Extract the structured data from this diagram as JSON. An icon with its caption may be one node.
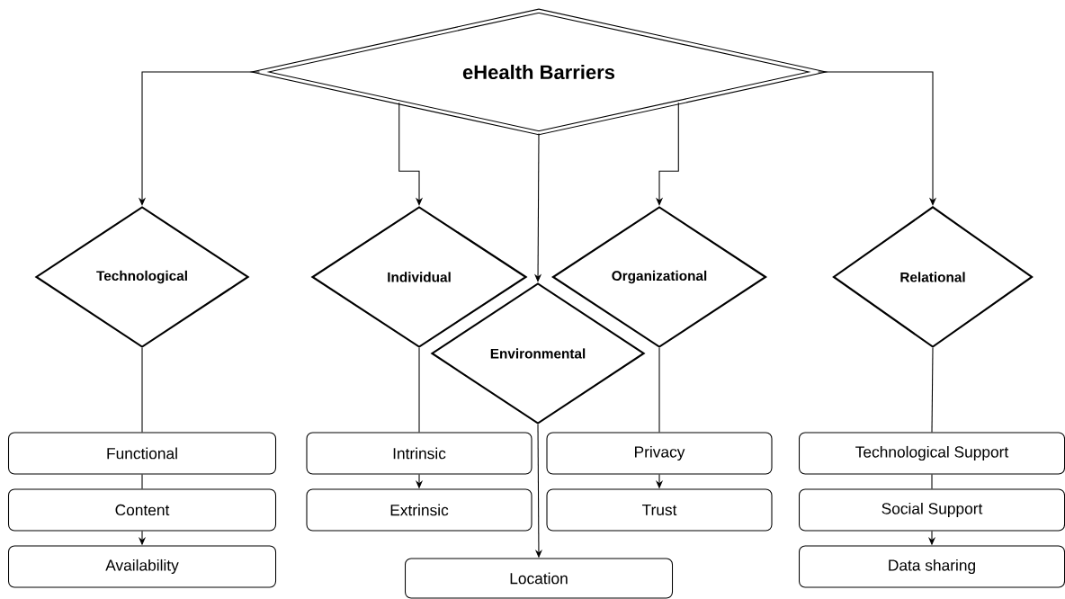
{
  "diagram": {
    "nodes": [
      {
        "text": [
          "eHealth Barriers"
        ]
      },
      {
        "text": [
          "Technological"
        ]
      },
      {
        "text": [
          "Individual"
        ]
      },
      {
        "text": [
          "Environmental"
        ]
      },
      {
        "text": [
          "Organizational"
        ]
      },
      {
        "text": [
          "Relational"
        ]
      },
      {
        "text": [
          "Functional"
        ]
      },
      {
        "text": [
          "Content"
        ]
      },
      {
        "text": [
          "Availability"
        ]
      },
      {
        "text": [
          "Intrinsic"
        ]
      },
      {
        "text": [
          "Extrinsic"
        ]
      },
      {
        "text": [
          "Privacy"
        ]
      },
      {
        "text": [
          "Trust"
        ]
      },
      {
        "text": [
          "Technological Support"
        ]
      },
      {
        "text": [
          "Social Support"
        ]
      },
      {
        "text": [
          "Data sharing"
        ]
      },
      {
        "text": [
          "Location"
        ]
      }
    ],
    "edges": [
      {
        "from": 0,
        "to": 1,
        "arrow": "to"
      },
      {
        "from": 0,
        "to": 2,
        "arrow": "to"
      },
      {
        "from": 0,
        "to": 3,
        "arrow": "to"
      },
      {
        "from": 0,
        "to": 4,
        "arrow": "to"
      },
      {
        "from": 0,
        "to": 5,
        "arrow": "to"
      },
      {
        "from": 1,
        "to": 6,
        "arrow": "none"
      },
      {
        "from": 6,
        "to": 7,
        "arrow": "none"
      },
      {
        "from": 7,
        "to": 8,
        "arrow": "to"
      },
      {
        "from": 2,
        "to": 9,
        "arrow": "none"
      },
      {
        "from": 9,
        "to": 10,
        "arrow": "to"
      },
      {
        "from": 4,
        "to": 11,
        "arrow": "none"
      },
      {
        "from": 11,
        "to": 12,
        "arrow": "to"
      },
      {
        "from": 5,
        "to": 13,
        "arrow": "none"
      },
      {
        "from": 13,
        "to": 14,
        "arrow": "none"
      },
      {
        "from": 14,
        "to": 15,
        "arrow": "to"
      },
      {
        "from": 3,
        "to": 16,
        "arrow": "to"
      }
    ]
  }
}
